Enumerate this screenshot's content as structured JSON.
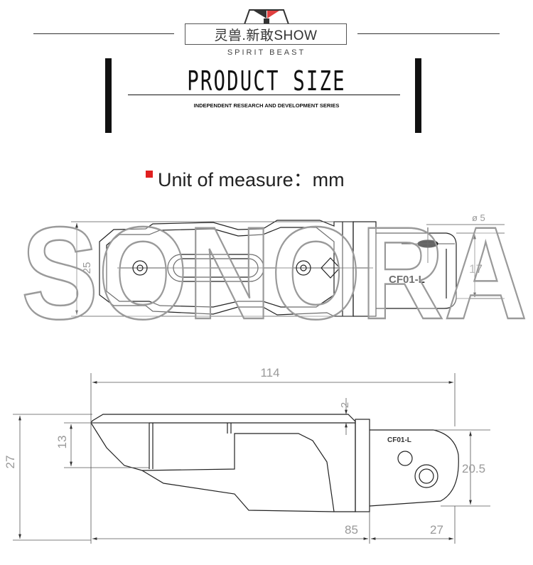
{
  "header": {
    "brand": "灵兽.新敢SHOW",
    "brand_en": "SPIRIT BEAST",
    "title": "PRODUCT SIZE",
    "subtitle": "INDEPENDENT RESEARCH AND DEVELOPMENT SERIES"
  },
  "unit": {
    "label": "Unit of measure：mm",
    "marker_color": "#e02020"
  },
  "watermark": "SONORA",
  "top_view": {
    "part_label": "CF01-L",
    "dims": {
      "width": "25",
      "hole_diameter": "ø 5",
      "tab": "17"
    }
  },
  "side_view": {
    "part_label": "CF01-L",
    "dims": {
      "length": "114",
      "height": "27",
      "inner": "13",
      "top": "2",
      "tab_height": "20.5",
      "body_length": "85",
      "tab_length": "27"
    }
  }
}
